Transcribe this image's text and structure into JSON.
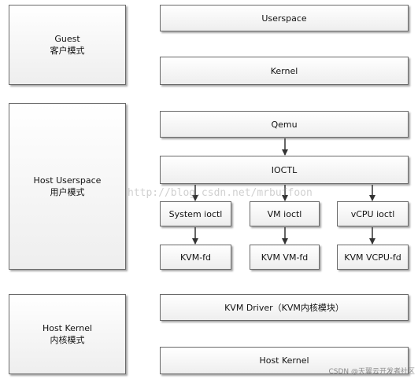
{
  "layers": {
    "guest": {
      "title": "Guest",
      "subtitle": "客户模式"
    },
    "host_userspace": {
      "title": "Host Userspace",
      "subtitle": "用户模式"
    },
    "host_kernel": {
      "title": "Host Kernel",
      "subtitle": "内核模式"
    }
  },
  "boxes": {
    "userspace": "Userspace",
    "kernel": "Kernel",
    "qemu": "Qemu",
    "ioctl": "IOCTL",
    "system_ioctl": "System ioctl",
    "vm_ioctl": "VM ioctl",
    "vcpu_ioctl": "vCPU ioctl",
    "kvm_fd": "KVM-fd",
    "kvm_vm_fd": "KVM VM-fd",
    "kvm_vcpu_fd": "KVM VCPU-fd",
    "kvm_driver": "KVM Driver（KVM内核模块）",
    "host_kernel": "Host  Kernel"
  },
  "watermark": "http://blog.csdn.net/mrbuffoon",
  "credit": "CSDN @天翼云开发者社区"
}
